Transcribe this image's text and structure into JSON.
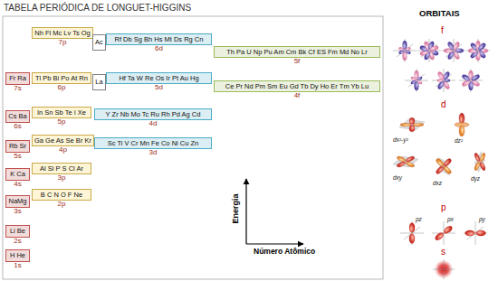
{
  "diagram": {
    "title": "TABELA PERIÓDICA DE LONGUET-HIGGINS",
    "nodes": [
      {
        "text": [
          "Nh Fl Mc Lv Ts Og",
          "7p"
        ]
      },
      {
        "text": [
          "Ac"
        ]
      },
      {
        "text": [
          "Rf Db Sg Bh Hs Mt Ds Rg Cn",
          "6d"
        ]
      },
      {
        "text": [
          "Th Pa U Np Pu Am Cm Bk Cf ES Fm Md No Lr",
          "5f"
        ]
      },
      {
        "text": [
          "Fr Ra",
          "7s"
        ]
      },
      {
        "text": [
          "Tl Pb Bi Po At Rn",
          "6p"
        ]
      },
      {
        "text": [
          "La"
        ]
      },
      {
        "text": [
          "Hf Ta W Re Os Ir Pt Au Hg",
          "5d"
        ]
      },
      {
        "text": [
          "Ce Pr Nd Pm Sm Eu Gd Tb Dy Ho Er Tm Yb Lu",
          "4f"
        ]
      },
      {
        "text": [
          "Cs Ba",
          "6s"
        ]
      },
      {
        "text": [
          "In Sn Sb Te I Xe",
          "5p"
        ]
      },
      {
        "text": [
          "Y Zr Nb Mo Tc Ru Rh Pd Ag Cd",
          "4d"
        ]
      },
      {
        "text": [
          "Rb Sr",
          "5s"
        ]
      },
      {
        "text": [
          "Ga Ge As Se Br Kr",
          "4p"
        ]
      },
      {
        "text": [
          "Sc Ti V Cr Mn Fe Co Ni Cu Zn",
          "3d"
        ]
      },
      {
        "text": [
          "K Ca",
          "4s"
        ]
      },
      {
        "text": [
          "Al Si P S Cl Ar",
          "3p"
        ]
      },
      {
        "text": [
          "NaMg",
          "3s"
        ]
      },
      {
        "text": [
          "B C N O F Ne",
          "2p"
        ]
      },
      {
        "text": [
          "Li Be",
          "2s"
        ]
      },
      {
        "text": [
          "H He",
          "1s"
        ]
      }
    ],
    "labels": [
      "ORBITAIS",
      "f",
      "d",
      "p",
      "s",
      "dx²-y²",
      "dz²",
      "dxy",
      "dxz",
      "dyz",
      "pz",
      "px",
      "py",
      "Energia",
      "Número Atômico"
    ]
  }
}
